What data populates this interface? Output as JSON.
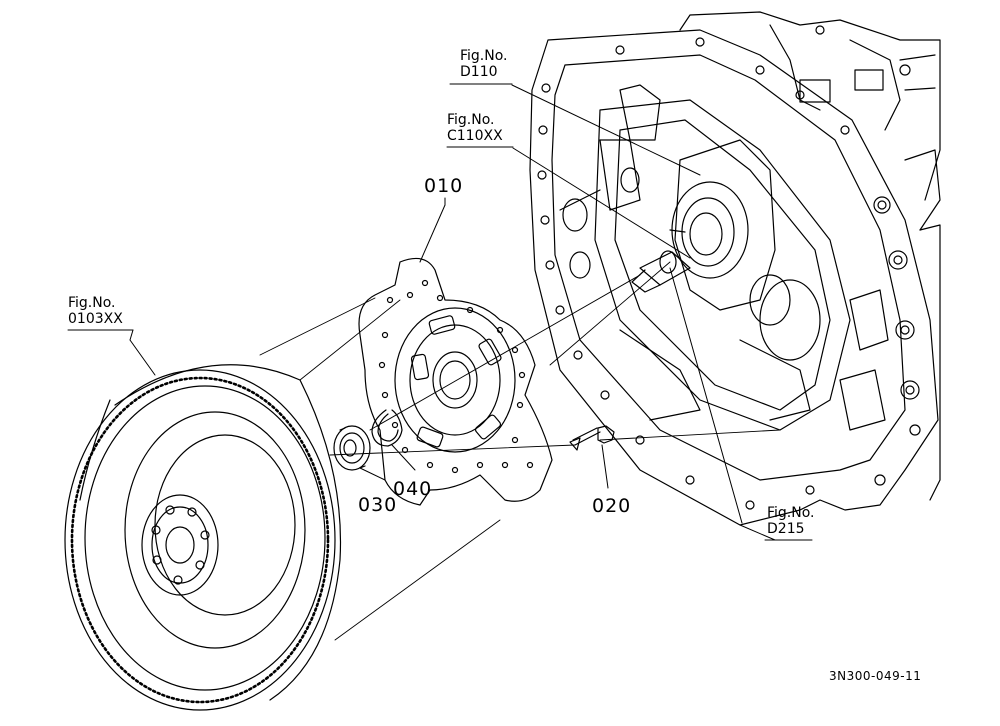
{
  "callouts": {
    "d110": {
      "line1": "Fig.No.",
      "line2": "D110"
    },
    "c110xx": {
      "line1": "Fig.No.",
      "line2": "C110XX"
    },
    "o103xx": {
      "line1": "Fig.No.",
      "line2": "0103XX"
    },
    "d215": {
      "line1": "Fig.No.",
      "line2": "D215"
    }
  },
  "parts": {
    "p010": "010",
    "p020": "020",
    "p030": "030",
    "p040": "040"
  },
  "drawing_code": "3N300-049-11"
}
